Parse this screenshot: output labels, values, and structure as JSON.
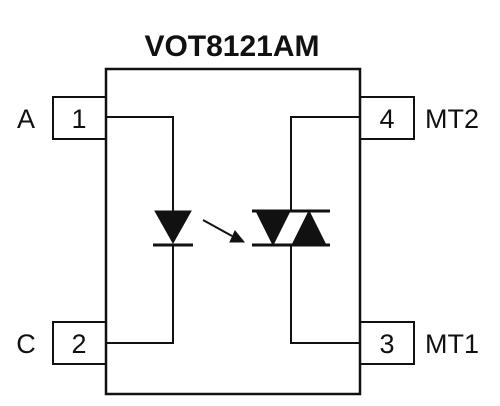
{
  "title": "VOT8121AM",
  "pins": [
    {
      "number": "1",
      "label": "A"
    },
    {
      "number": "2",
      "label": "C"
    },
    {
      "number": "4",
      "label": "MT2"
    },
    {
      "number": "3",
      "label": "MT1"
    }
  ],
  "colors": {
    "ink": "#111111",
    "background": "#ffffff"
  }
}
